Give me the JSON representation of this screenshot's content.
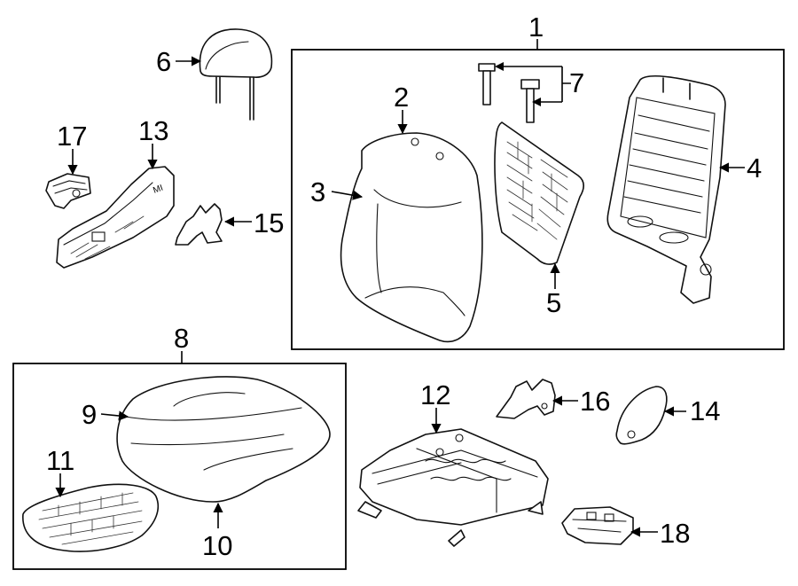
{
  "callouts": {
    "c1": "1",
    "c2": "2",
    "c3": "3",
    "c4": "4",
    "c5": "5",
    "c6": "6",
    "c7": "7",
    "c8": "8",
    "c9": "9",
    "c10": "10",
    "c11": "11",
    "c12": "12",
    "c13": "13",
    "c14": "14",
    "c15": "15",
    "c16": "16",
    "c17": "17",
    "c18": "18"
  },
  "style": {
    "line_color": "#000000",
    "background": "#ffffff"
  },
  "stamp": {
    "trim_mark": "MI"
  }
}
